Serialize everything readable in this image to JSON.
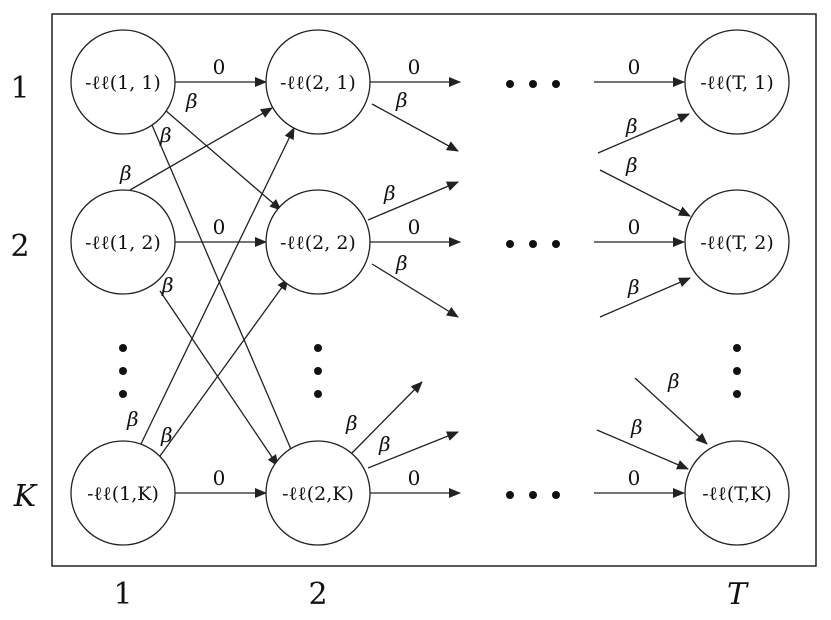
{
  "row_labels": [
    "1",
    "2",
    "K"
  ],
  "col_labels": [
    "1",
    "2",
    "T"
  ],
  "nodes": {
    "n11": "-ℓℓ(1, 1)",
    "n12": "-ℓℓ(1, 2)",
    "n1K": "-ℓℓ(1,K)",
    "n21": "-ℓℓ(2, 1)",
    "n22": "-ℓℓ(2, 2)",
    "n2K": "-ℓℓ(2,K)",
    "nT1": "-ℓℓ(T, 1)",
    "nT2": "-ℓℓ(T, 2)",
    "nTK": "-ℓℓ(T,K)"
  },
  "edge_labels": {
    "zero": "0",
    "beta": "β"
  },
  "ellipsis": {
    "horizontal": "• • •",
    "vertical": "⋮"
  },
  "colors": {
    "stroke": "#222222",
    "background": "#ffffff"
  }
}
